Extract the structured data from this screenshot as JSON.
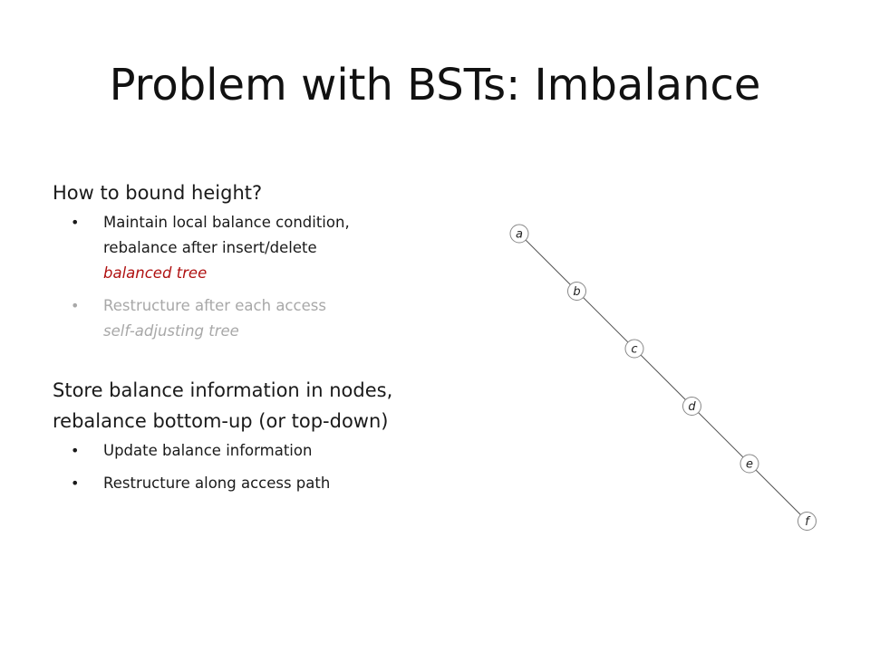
{
  "slide": {
    "title": "Problem with BSTs: Imbalance",
    "section1": {
      "heading": "How to bound height?",
      "bullets": [
        {
          "lines": [
            "Maintain local balance condition,",
            "rebalance after insert/delete"
          ],
          "term": "balanced tree"
        },
        {
          "lines": [
            "Restructure after each access"
          ],
          "term": "self-adjusting tree"
        }
      ]
    },
    "section2": {
      "heading_lines": [
        "Store balance information in nodes,",
        "rebalance bottom-up (or top-down)"
      ],
      "bullets": [
        "Update balance information",
        "Restructure along access path"
      ]
    }
  },
  "tree": {
    "nodes": [
      "a",
      "b",
      "c",
      "d",
      "e",
      "f"
    ],
    "edges": [
      [
        "a",
        "b"
      ],
      [
        "b",
        "c"
      ],
      [
        "c",
        "d"
      ],
      [
        "d",
        "e"
      ],
      [
        "e",
        "f"
      ]
    ]
  },
  "colors": {
    "emphasis": "#b01212",
    "muted": "#a8a8a8"
  }
}
